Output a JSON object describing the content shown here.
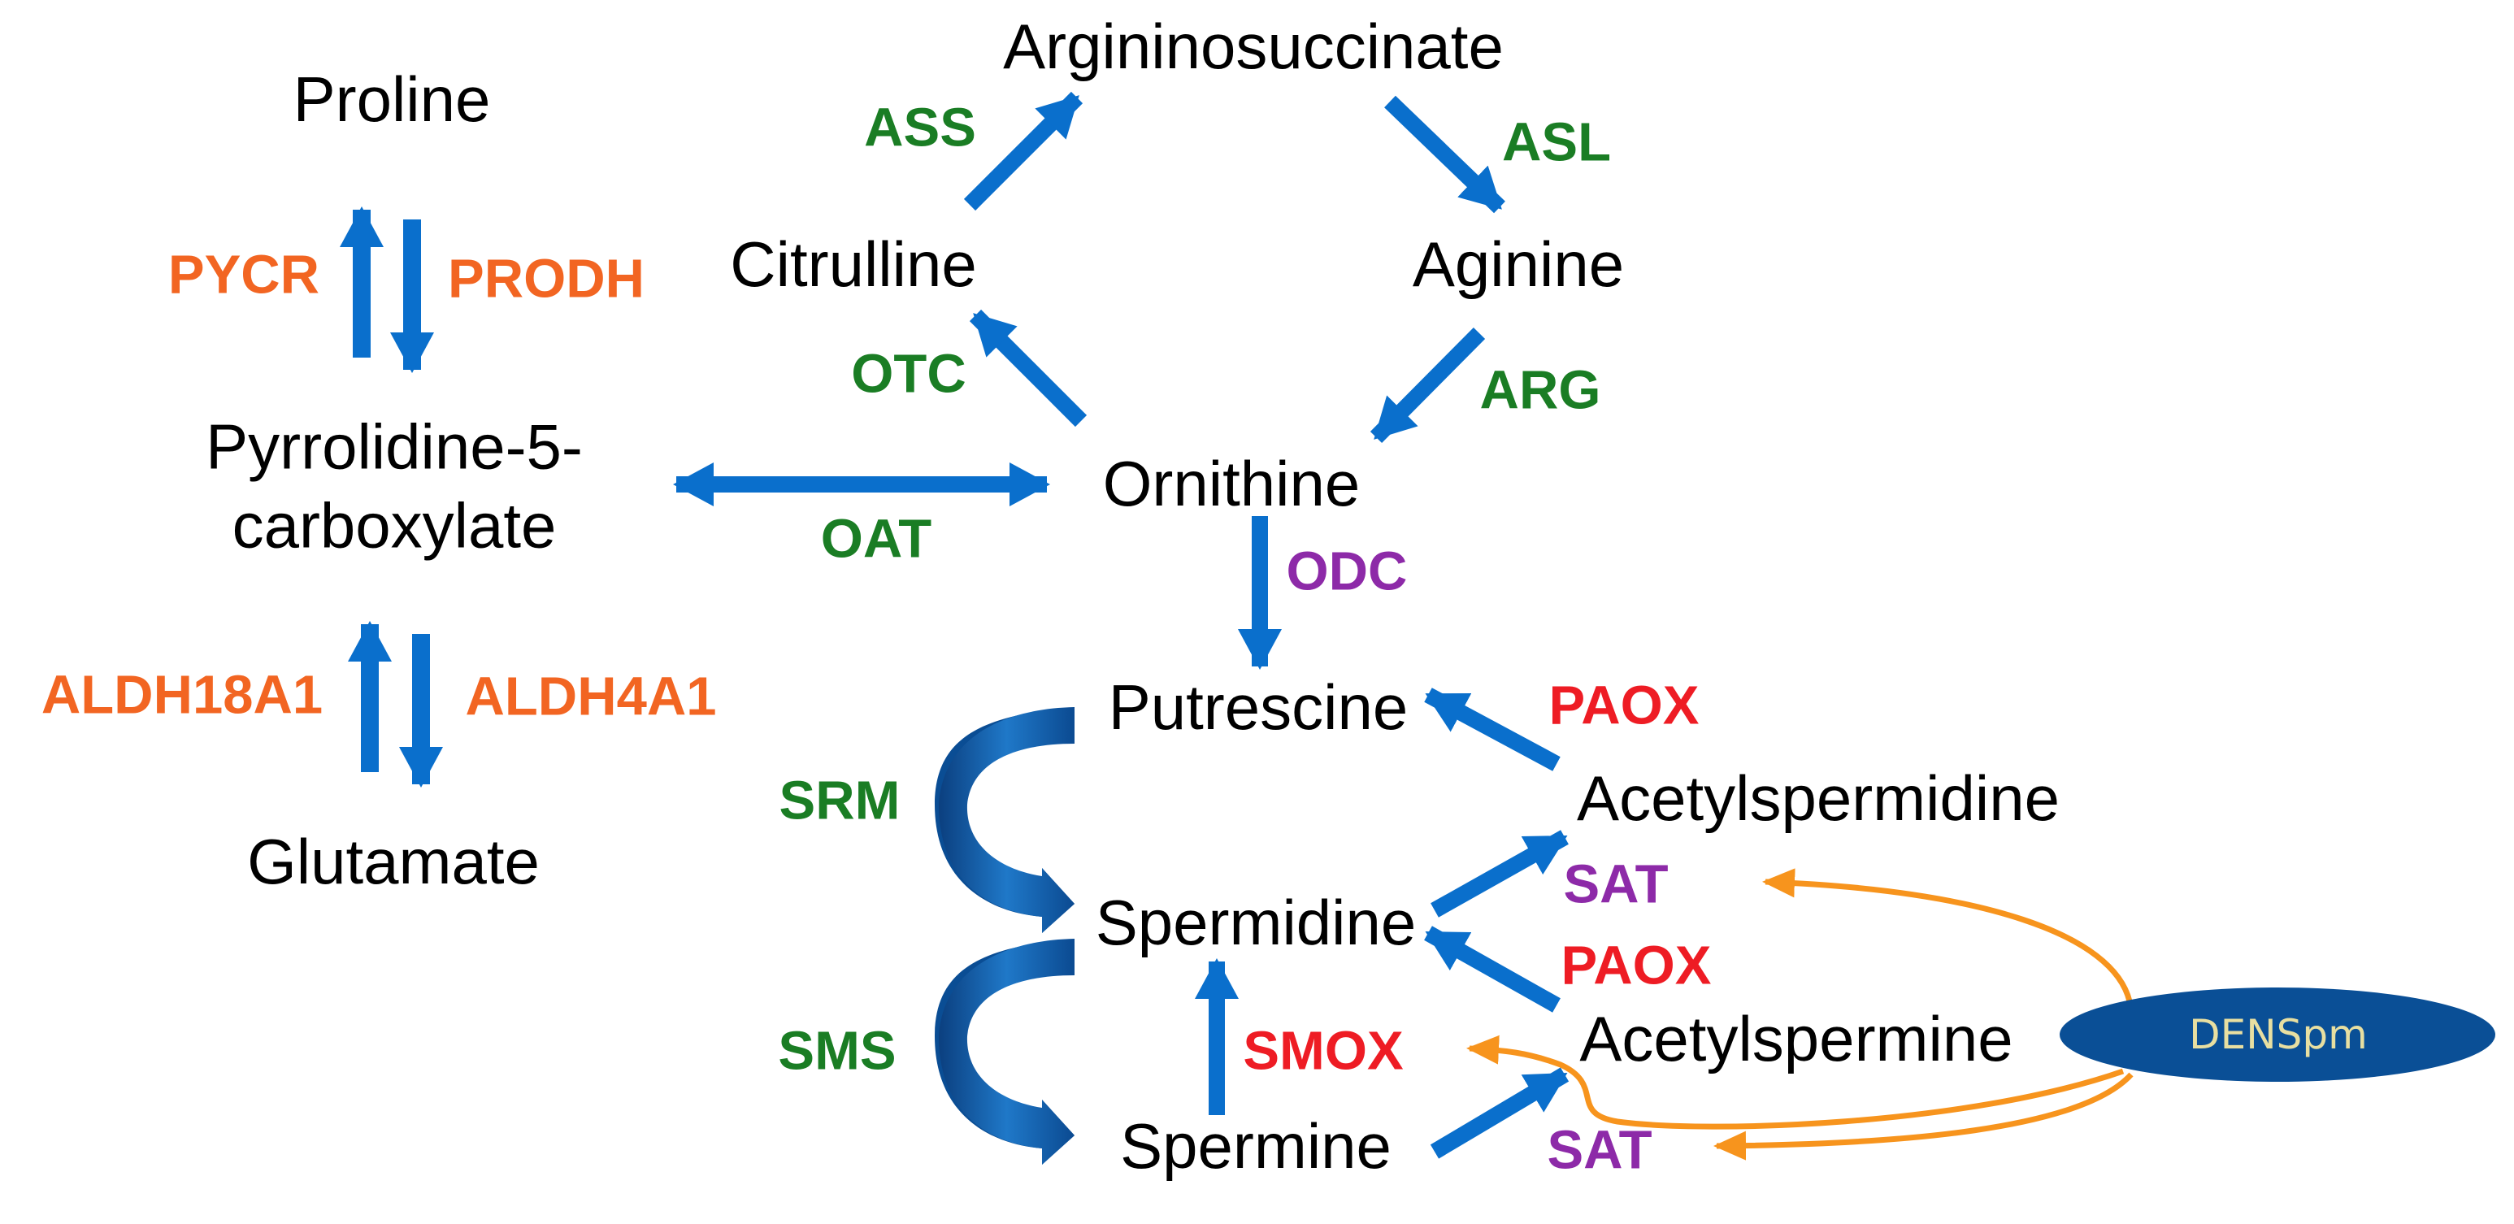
{
  "metabolites": {
    "proline": "Proline",
    "p5c_line1": "Pyrrolidine-5-",
    "p5c_line2": "carboxylate",
    "glutamate": "Glutamate",
    "argininosuccinate": "Argininosuccinate",
    "citrulline": "Citrulline",
    "arginine": "Aginine",
    "ornithine": "Ornithine",
    "putrescine": "Putrescine",
    "acetylspermidine": "Acetylspermidine",
    "spermidine": "Spermidine",
    "acetylspermine": "Acetylspermine",
    "spermine": "Spermine"
  },
  "enzymes": {
    "pycr": "PYCR",
    "prodh": "PRODH",
    "aldh18a1": "ALDH18A1",
    "aldh4a1": "ALDH4A1",
    "oat": "OAT",
    "ass": "ASS",
    "asl": "ASL",
    "otc": "OTC",
    "arg": "ARG",
    "odc": "ODC",
    "srm": "SRM",
    "sms": "SMS",
    "paox_top": "PAOX",
    "paox_mid": "PAOX",
    "sat_top": "SAT",
    "sat_bottom": "SAT",
    "smox": "SMOX"
  },
  "drug": "DENSpm",
  "colors": {
    "arrow_blue": "#0a6fcc",
    "curve_blue": "#1565b5",
    "inhibitor_orange": "#f7941d",
    "drug_fill": "#0a4f96",
    "drug_text": "#e8dfa1",
    "enzyme_green": "#1a7d24",
    "enzyme_orange": "#f26522",
    "enzyme_red": "#ee1c24",
    "enzyme_purple": "#8d2aa8"
  }
}
